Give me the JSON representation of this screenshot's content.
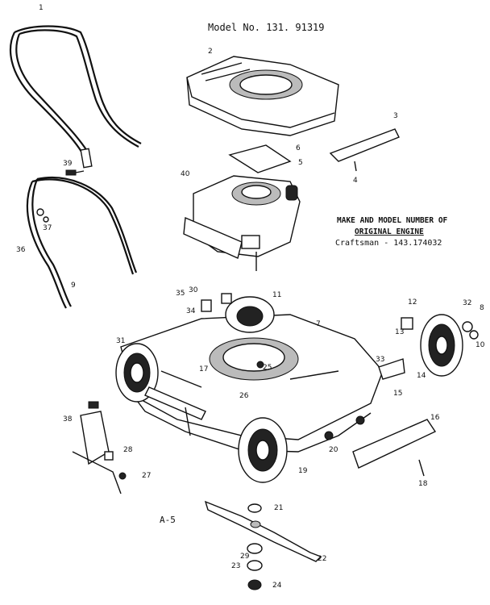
{
  "header": {
    "model": "Model No. 131. 91319"
  },
  "engine_note": {
    "line1": "MAKE AND MODEL NUMBER OF",
    "line2": "ORIGINAL ENGINE",
    "line3": "Craftsman - 143.174032"
  },
  "figure_id": "A-5",
  "callouts": [
    {
      "id": "c1",
      "label": "1"
    },
    {
      "id": "c2",
      "label": "2"
    },
    {
      "id": "c3",
      "label": "3"
    },
    {
      "id": "c4",
      "label": "4"
    },
    {
      "id": "c5",
      "label": "5"
    },
    {
      "id": "c6",
      "label": "6"
    },
    {
      "id": "c7",
      "label": "7"
    },
    {
      "id": "c8",
      "label": "8"
    },
    {
      "id": "c9",
      "label": "9"
    },
    {
      "id": "c10",
      "label": "10"
    },
    {
      "id": "c11",
      "label": "11"
    },
    {
      "id": "c12",
      "label": "12"
    },
    {
      "id": "c13",
      "label": "13"
    },
    {
      "id": "c14",
      "label": "14"
    },
    {
      "id": "c15",
      "label": "15"
    },
    {
      "id": "c16",
      "label": "16"
    },
    {
      "id": "c17",
      "label": "17"
    },
    {
      "id": "c18",
      "label": "18"
    },
    {
      "id": "c19",
      "label": "19"
    },
    {
      "id": "c20",
      "label": "20"
    },
    {
      "id": "c21",
      "label": "21"
    },
    {
      "id": "c22",
      "label": "22"
    },
    {
      "id": "c23",
      "label": "23"
    },
    {
      "id": "c24",
      "label": "24"
    },
    {
      "id": "c25",
      "label": "25"
    },
    {
      "id": "c26",
      "label": "26"
    },
    {
      "id": "c27",
      "label": "27"
    },
    {
      "id": "c28",
      "label": "28"
    },
    {
      "id": "c29",
      "label": "29"
    },
    {
      "id": "c30",
      "label": "30"
    },
    {
      "id": "c31",
      "label": "31"
    },
    {
      "id": "c32",
      "label": "32"
    },
    {
      "id": "c33",
      "label": "33"
    },
    {
      "id": "c34",
      "label": "34"
    },
    {
      "id": "c35",
      "label": "35"
    },
    {
      "id": "c36",
      "label": "36"
    },
    {
      "id": "c37",
      "label": "37"
    },
    {
      "id": "c38",
      "label": "38"
    },
    {
      "id": "c39",
      "label": "39"
    },
    {
      "id": "c40",
      "label": "40"
    }
  ]
}
